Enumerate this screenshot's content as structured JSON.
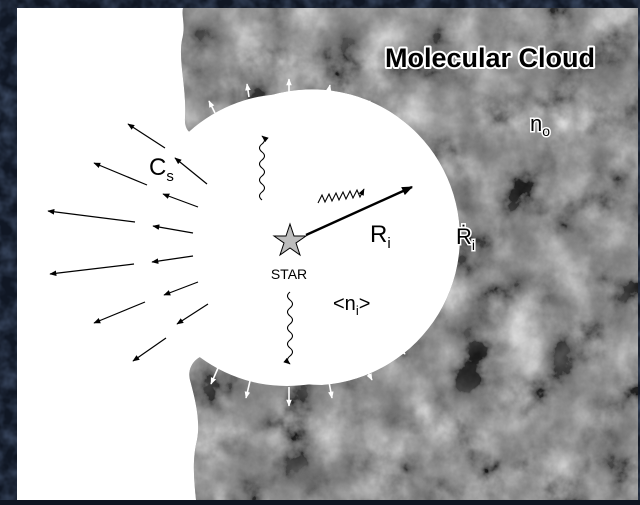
{
  "labels": {
    "cloud": "Molecular Cloud",
    "density_ambient_base": "n",
    "density_ambient_sub": "o",
    "sound_speed_base": "C",
    "sound_speed_sub": "s",
    "radius_base": "R",
    "radius_sub": "i",
    "expansion_base": "Ṙ",
    "expansion_sub": "i",
    "star": "STAR",
    "density_ion_open": "<n",
    "density_ion_sub": "i",
    "density_ion_close": ">"
  },
  "colors": {
    "frame_background": "#101724",
    "panel_background": "#ffffff",
    "cloud_dark": "#1a1a1a",
    "cloud_mid": "#6a6a6a",
    "cloud_light": "#bdbdbd",
    "ink": "#000000"
  }
}
